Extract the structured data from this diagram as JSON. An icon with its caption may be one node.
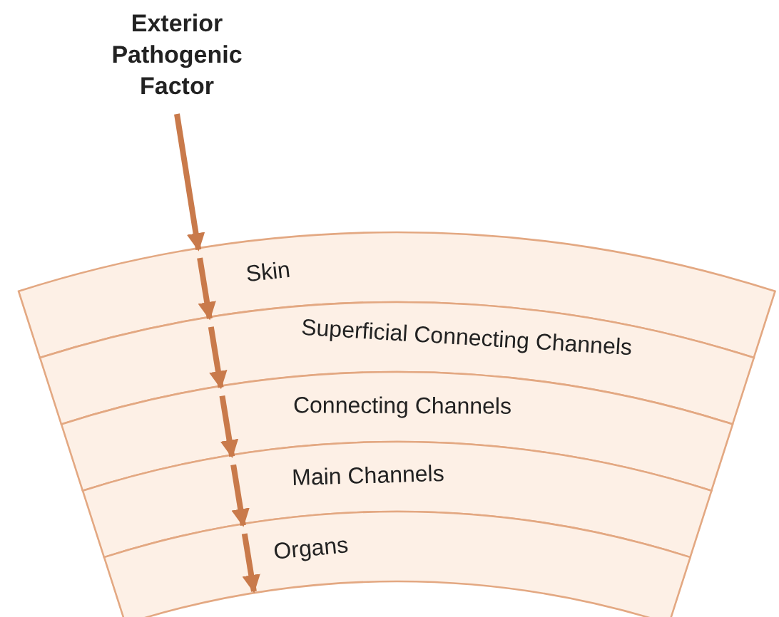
{
  "diagram": {
    "nodes": [
      {
        "text": [
          "Exterior Pathogenic Factor"
        ]
      },
      {
        "text": [
          "Skin"
        ]
      },
      {
        "text": [
          "Superficial Connecting Channels"
        ]
      },
      {
        "text": [
          "Connecting Channels"
        ]
      },
      {
        "text": [
          "Main Channels"
        ]
      },
      {
        "text": [
          "Organs"
        ]
      }
    ],
    "edges": [
      {
        "from": 0,
        "to": 1,
        "arrow": "to"
      },
      {
        "from": 1,
        "to": 2,
        "arrow": "to"
      },
      {
        "from": 2,
        "to": 3,
        "arrow": "to"
      },
      {
        "from": 3,
        "to": 4,
        "arrow": "to"
      },
      {
        "from": 4,
        "to": 5,
        "arrow": "to"
      },
      {
        "from": null,
        "to": 5,
        "arrow": "to"
      }
    ]
  }
}
